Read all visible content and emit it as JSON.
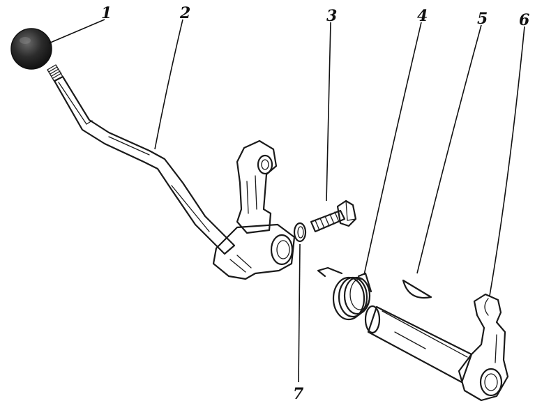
{
  "figure": {
    "callouts": [
      {
        "id": "knob",
        "label": "1"
      },
      {
        "id": "lever",
        "label": "2"
      },
      {
        "id": "bolt",
        "label": "3"
      },
      {
        "id": "spring",
        "label": "4"
      },
      {
        "id": "key",
        "label": "5"
      },
      {
        "id": "shaft-arm",
        "label": "6"
      },
      {
        "id": "washer",
        "label": "7"
      }
    ]
  },
  "colors": {
    "ink": "#1a1a1a",
    "background": "#ffffff",
    "knob_fill": "#2a2a2a"
  }
}
